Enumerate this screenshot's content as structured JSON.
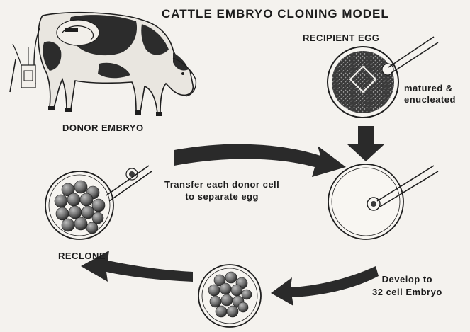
{
  "title": "CATTLE EMBRYO CLONING MODEL",
  "labels": {
    "recipient_egg": "RECIPIENT EGG",
    "matured_line1": "matured &",
    "matured_line2": "enucleated",
    "donor_embryo": "DONOR EMBRYO",
    "transfer_line1": "Transfer each donor cell",
    "transfer_line2": "to separate egg",
    "reclone": "RECLONE",
    "develop_line1": "Develop to",
    "develop_line2": "32 cell Embryo"
  },
  "colors": {
    "background": "#f4f2ee",
    "ink": "#1c1c1c",
    "arrow": "#2a2a2a"
  },
  "icons": [
    "cow-illustration",
    "recipient-egg-icon",
    "micropipette-icon",
    "enucleated-egg-icon",
    "donor-embryo-cluster-icon",
    "developed-embryo-icon",
    "curved-arrow-icon",
    "down-arrow-icon"
  ]
}
